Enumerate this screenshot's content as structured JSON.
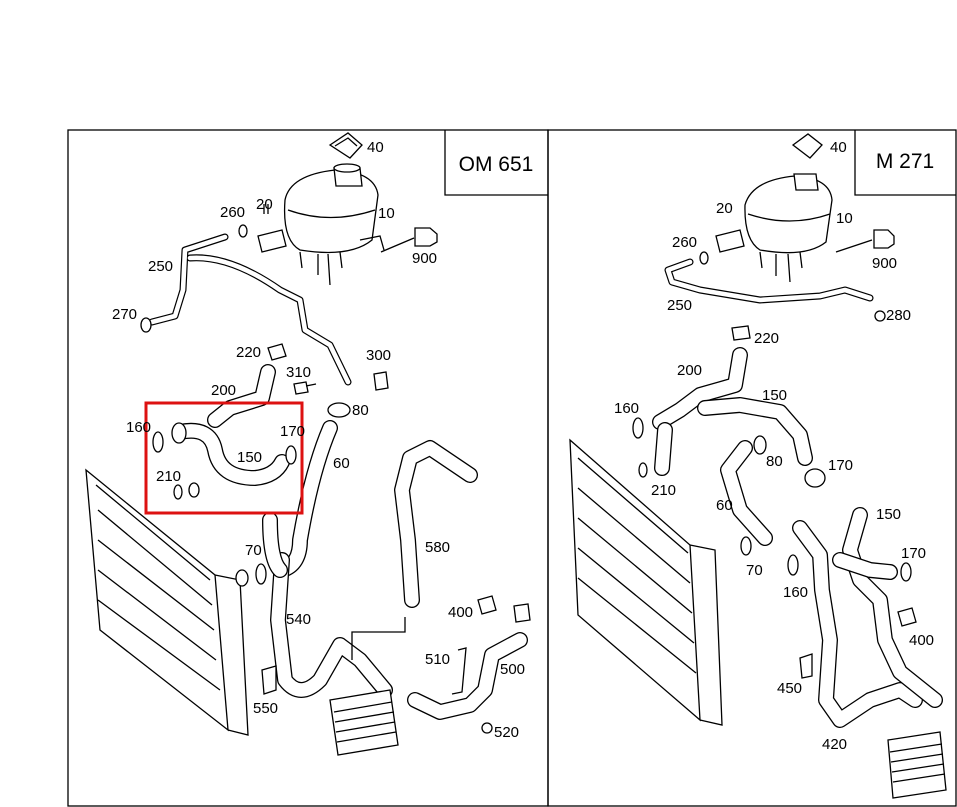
{
  "panels": {
    "left": {
      "engine_label": "OM 651",
      "callouts": [
        "40",
        "10",
        "20",
        "260",
        "900",
        "250",
        "270",
        "220",
        "310",
        "300",
        "200",
        "80",
        "160",
        "170",
        "150",
        "60",
        "210",
        "70",
        "580",
        "540",
        "400",
        "510",
        "500",
        "550",
        "520"
      ]
    },
    "right": {
      "engine_label": "M 271",
      "callouts": [
        "40",
        "10",
        "20",
        "260",
        "900",
        "250",
        "280",
        "220",
        "200",
        "150",
        "160",
        "80",
        "170",
        "60",
        "210",
        "70",
        "150",
        "170",
        "160",
        "400",
        "450",
        "420"
      ]
    }
  },
  "highlight": {
    "color": "#dd1111"
  }
}
